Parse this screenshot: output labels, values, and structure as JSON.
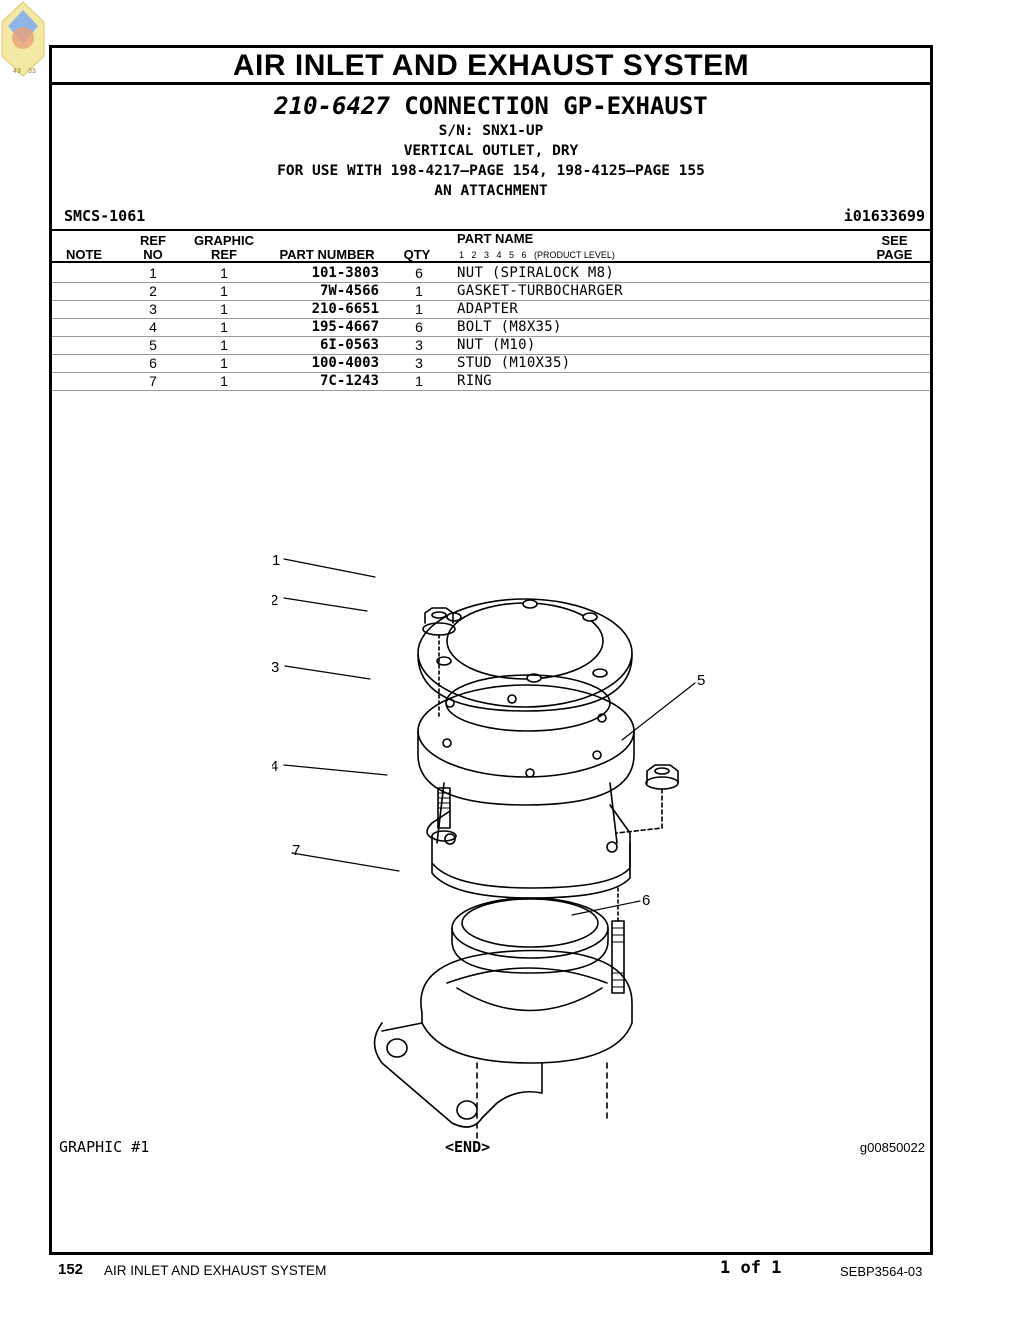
{
  "logo": {
    "numbers": [
      "43",
      "33"
    ]
  },
  "title": "AIR INLET AND EXHAUST SYSTEM",
  "header": {
    "part_number": "210-6427",
    "part_name": "CONNECTION GP-EXHAUST",
    "lines": [
      "S/N: SNX1-UP",
      "VERTICAL OUTLET, DRY",
      "FOR USE WITH 198-4217—PAGE 154, 198-4125—PAGE 155",
      "AN ATTACHMENT"
    ]
  },
  "smcs": "SMCS-1061",
  "illustration_id": "i01633699",
  "table": {
    "headers": {
      "note": "NOTE",
      "ref_top": "REF",
      "ref_bottom": "NO",
      "graphic_top": "GRAPHIC",
      "graphic_bottom": "REF",
      "part_number": "PART NUMBER",
      "qty": "QTY",
      "part_name": "PART NAME",
      "levels": "1   2   3   4   5   6   (PRODUCT LEVEL)",
      "see_top": "SEE",
      "see_bottom": "PAGE"
    },
    "rows": [
      {
        "ref": "1",
        "graphic": "1",
        "part_number": "101-3803",
        "qty": "6",
        "name": "NUT (SPIRALOCK M8)"
      },
      {
        "ref": "2",
        "graphic": "1",
        "part_number": "7W-4566",
        "qty": "1",
        "name": "GASKET-TURBOCHARGER"
      },
      {
        "ref": "3",
        "graphic": "1",
        "part_number": "210-6651",
        "qty": "1",
        "name": "ADAPTER"
      },
      {
        "ref": "4",
        "graphic": "1",
        "part_number": "195-4667",
        "qty": "6",
        "name": "BOLT (M8X35)"
      },
      {
        "ref": "5",
        "graphic": "1",
        "part_number": "6I-0563",
        "qty": "3",
        "name": "NUT (M10)"
      },
      {
        "ref": "6",
        "graphic": "1",
        "part_number": "100-4003",
        "qty": "3",
        "name": "STUD (M10X35)"
      },
      {
        "ref": "7",
        "graphic": "1",
        "part_number": "7C-1243",
        "qty": "1",
        "name": "RING"
      }
    ]
  },
  "drawing": {
    "callouts": [
      "1",
      "2",
      "3",
      "4",
      "5",
      "6",
      "7"
    ]
  },
  "graphic_label": "GRAPHIC #1",
  "end_label": "<END>",
  "graphic_id": "g00850022",
  "footer": {
    "page": "152",
    "section": "AIR INLET AND EXHAUST SYSTEM",
    "page_of": "1 of 1",
    "doc_id": "SEBP3564-03"
  }
}
